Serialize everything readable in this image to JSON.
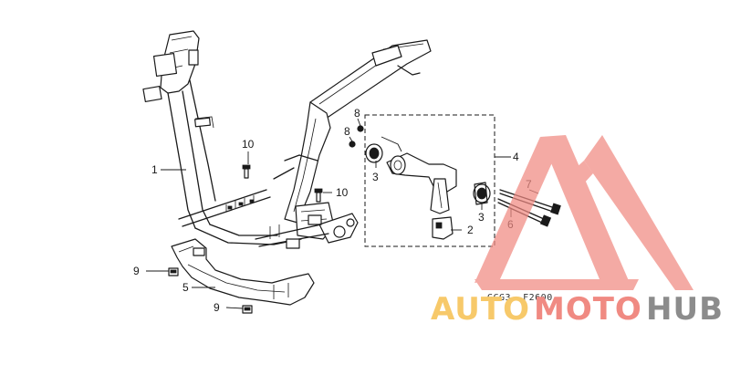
{
  "diagram": {
    "callouts": [
      {
        "id": "c1",
        "label": "1"
      },
      {
        "id": "c2",
        "label": "2"
      },
      {
        "id": "c3a",
        "label": "3"
      },
      {
        "id": "c3b",
        "label": "3"
      },
      {
        "id": "c4",
        "label": "4"
      },
      {
        "id": "c5",
        "label": "5"
      },
      {
        "id": "c6",
        "label": "6"
      },
      {
        "id": "c7",
        "label": "7"
      },
      {
        "id": "c8a",
        "label": "8"
      },
      {
        "id": "c8b",
        "label": "8"
      },
      {
        "id": "c9a",
        "label": "9"
      },
      {
        "id": "c9b",
        "label": "9"
      },
      {
        "id": "c10a",
        "label": "10"
      },
      {
        "id": "c10b",
        "label": "10"
      }
    ],
    "drawing_code": "GCG3- F2600"
  },
  "watermark": {
    "word_1": "AUTO",
    "word_2": "MOTO",
    "word_3": "HUB",
    "colors": {
      "triangle": "#f08a82",
      "auto": "#f7c96a",
      "moto": "#f08a82",
      "hub": "#8c8c8c"
    }
  }
}
